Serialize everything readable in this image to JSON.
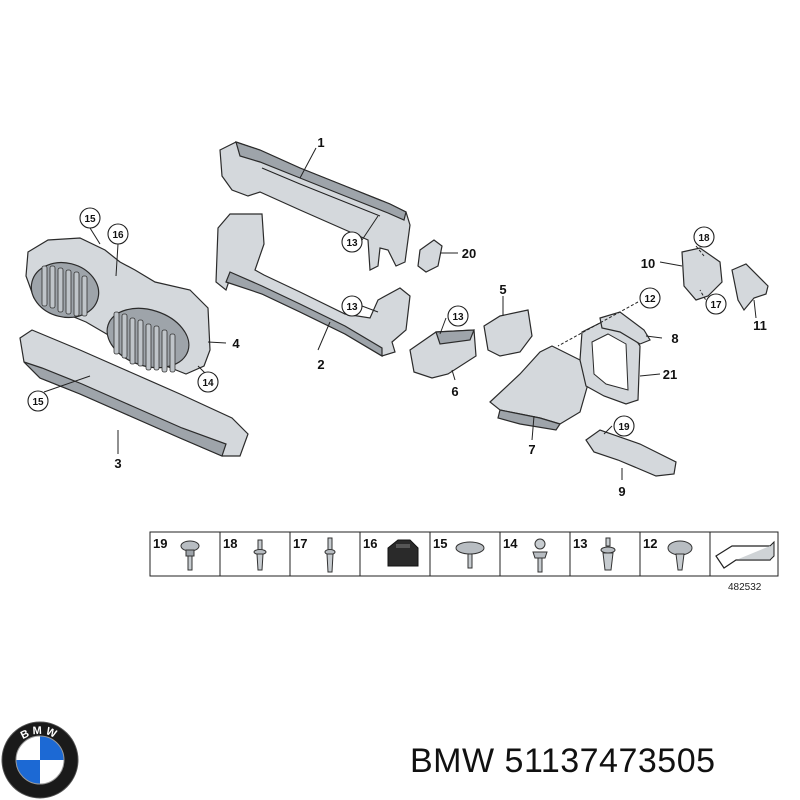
{
  "callouts": {
    "c1": "1",
    "c2": "2",
    "c3": "3",
    "c4": "4",
    "c5": "5",
    "c6": "6",
    "c7": "7",
    "c8": "8",
    "c9": "9",
    "c10": "10",
    "c11": "11",
    "c20": "20",
    "c21": "21",
    "c15a": "15",
    "c16": "16",
    "c15b": "15",
    "c14": "14",
    "c13a": "13",
    "c13b": "13",
    "c13c": "13",
    "c18": "18",
    "c17": "17",
    "c12": "12",
    "c19": "19"
  },
  "legend": {
    "cells": [
      {
        "num": "19",
        "icon": "collar-screw-icon"
      },
      {
        "num": "18",
        "icon": "rivet-pin-icon"
      },
      {
        "num": "17",
        "icon": "long-pin-icon"
      },
      {
        "num": "16",
        "icon": "rubber-buffer-icon"
      },
      {
        "num": "15",
        "icon": "flat-head-screw-icon"
      },
      {
        "num": "14",
        "icon": "ball-stud-icon"
      },
      {
        "num": "13",
        "icon": "expanding-rivet-icon"
      },
      {
        "num": "12",
        "icon": "wide-head-clip-icon"
      }
    ],
    "reference": "482532"
  },
  "brand": {
    "logo_icon": "bmw-roundel-icon",
    "logo_text": "BMW",
    "caption": "BMW 51137473505",
    "colors": {
      "blue": "#1c69d4",
      "ring": "#1a1a1a",
      "white": "#ffffff"
    }
  }
}
